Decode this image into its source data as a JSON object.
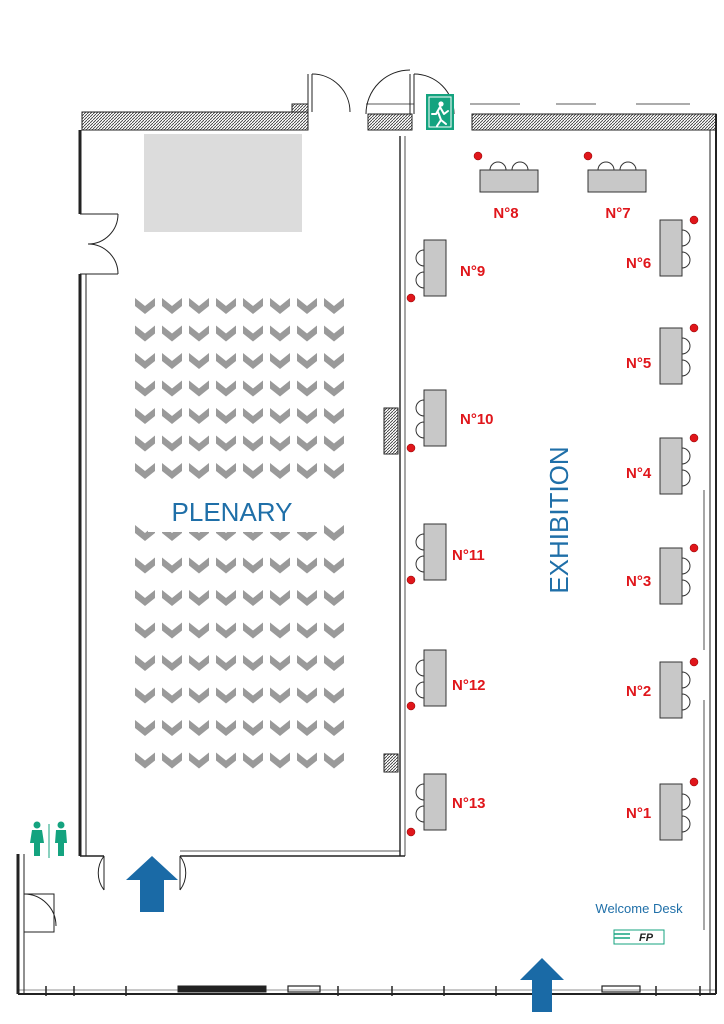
{
  "labels": {
    "plenary": "PLENARY",
    "exhibition": "EXHIBITION",
    "welcome_desk": "Welcome Desk",
    "logo": "FP"
  },
  "booths": [
    {
      "id": "n1",
      "label": "N°1"
    },
    {
      "id": "n2",
      "label": "N°2"
    },
    {
      "id": "n3",
      "label": "N°3"
    },
    {
      "id": "n4",
      "label": "N°4"
    },
    {
      "id": "n5",
      "label": "N°5"
    },
    {
      "id": "n6",
      "label": "N°6"
    },
    {
      "id": "n7",
      "label": "N°7"
    },
    {
      "id": "n8",
      "label": "N°8"
    },
    {
      "id": "n9",
      "label": "N°9"
    },
    {
      "id": "n10",
      "label": "N°10"
    },
    {
      "id": "n11",
      "label": "N°11"
    },
    {
      "id": "n12",
      "label": "N°12"
    },
    {
      "id": "n13",
      "label": "N°13"
    }
  ],
  "icons": {
    "exit": "emergency-exit-icon",
    "restroom": "restroom-icon",
    "entrance": "entrance-arrow-icon"
  },
  "colors": {
    "booth_label": "#e0161b",
    "zone_label": "#1f6fa8",
    "arrow": "#1a6aa6",
    "signage": "#14a37f",
    "chair": "#9a9a9a",
    "booth_table": "#c8c8c8",
    "stage": "#dcdcdc"
  }
}
